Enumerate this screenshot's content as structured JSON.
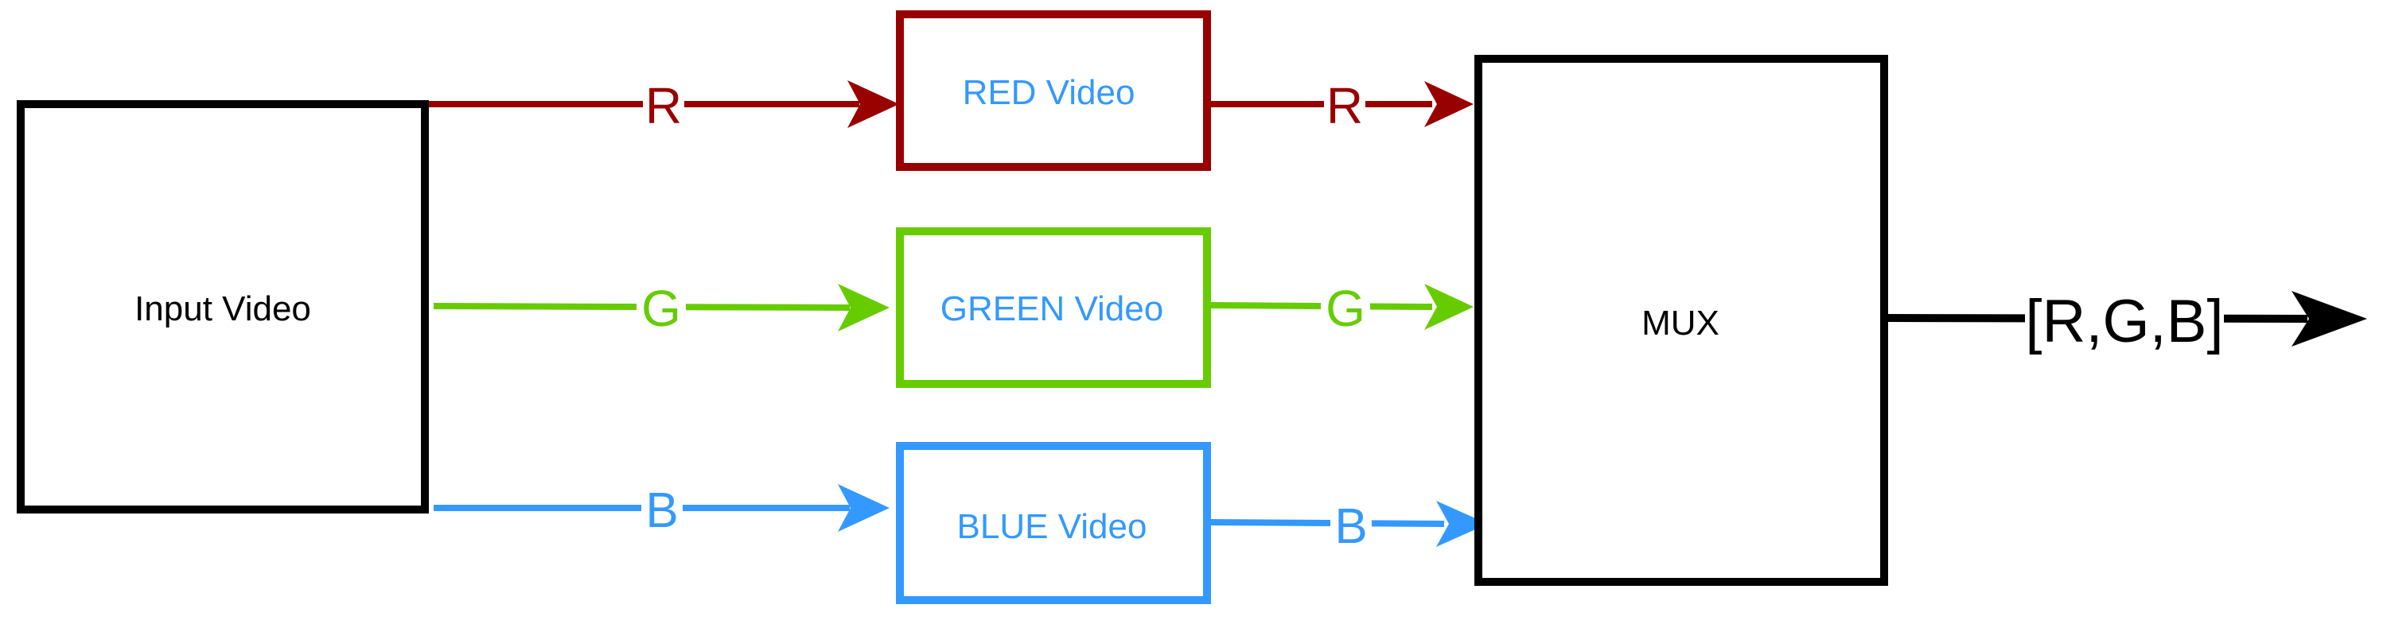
{
  "colors": {
    "red": "#990000",
    "green": "#66CC00",
    "blue": "#3399FF",
    "black": "#000000",
    "label_blue": "#3399FF",
    "background": "#FFFFFF"
  },
  "nodes": {
    "input": {
      "label": "Input Video",
      "border_color": "#000000"
    },
    "red": {
      "label": "RED Video",
      "border_color": "#990000"
    },
    "green": {
      "label": "GREEN Video",
      "border_color": "#66CC00"
    },
    "blue": {
      "label": "BLUE Video",
      "border_color": "#3399FF"
    },
    "mux": {
      "label": "MUX",
      "border_color": "#000000"
    }
  },
  "edges": {
    "input_to_red": {
      "label": "R",
      "color": "#990000"
    },
    "input_to_green": {
      "label": "G",
      "color": "#66CC00"
    },
    "input_to_blue": {
      "label": "B",
      "color": "#3399FF"
    },
    "red_to_mux": {
      "label": "R",
      "color": "#990000"
    },
    "green_to_mux": {
      "label": "G",
      "color": "#66CC00"
    },
    "blue_to_mux": {
      "label": "B",
      "color": "#3399FF"
    },
    "mux_output": {
      "label": "[R,G,B]",
      "color": "#000000"
    }
  }
}
